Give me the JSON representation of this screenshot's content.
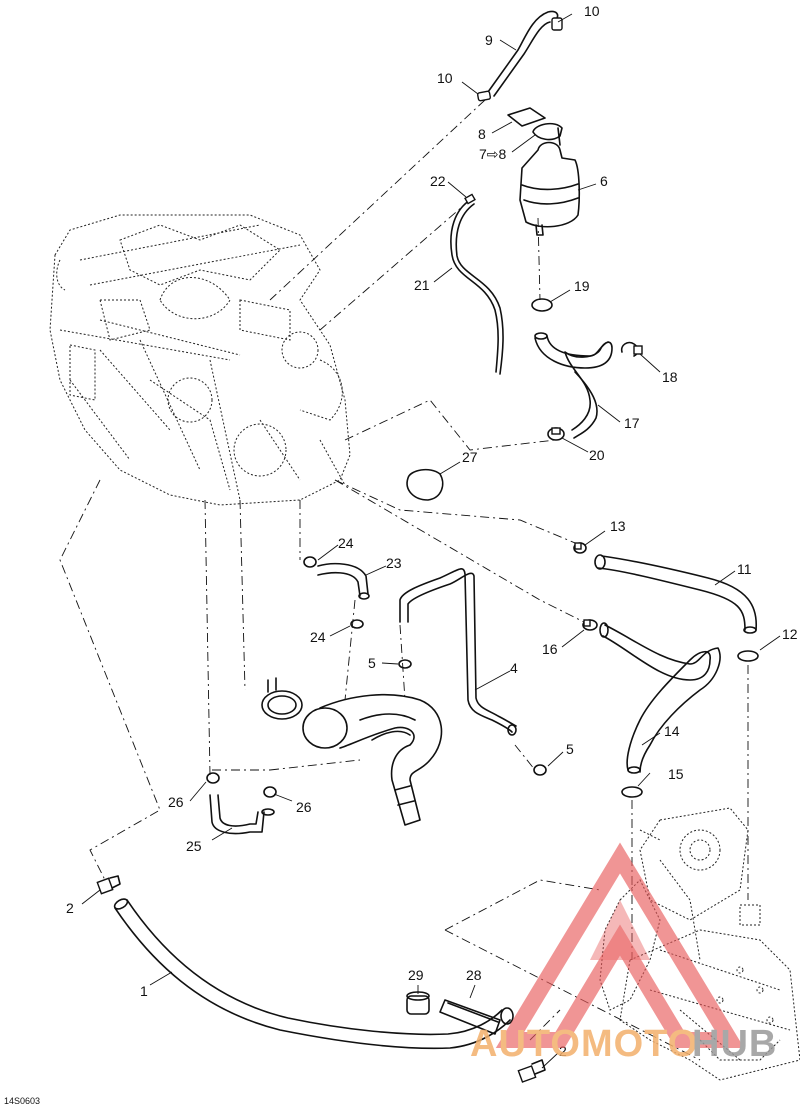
{
  "diagram_code": "14S0603",
  "watermark": {
    "part1": "AUTOMOTO",
    "part2": "HUB"
  },
  "callouts": {
    "c1": "1",
    "c2a": "2",
    "c2b": "2",
    "c4": "4",
    "c5a": "5",
    "c5b": "5",
    "c6": "6",
    "c7": "7⇨8",
    "c8": "8",
    "c9": "9",
    "c10a": "10",
    "c10b": "10",
    "c11": "11",
    "c12": "12",
    "c13": "13",
    "c14": "14",
    "c15": "15",
    "c16": "16",
    "c17": "17",
    "c18": "18",
    "c19": "19",
    "c20": "20",
    "c21": "21",
    "c22": "22",
    "c23": "23",
    "c24a": "24",
    "c24b": "24",
    "c25": "25",
    "c26a": "26",
    "c26b": "26",
    "c27": "27",
    "c28": "28",
    "c29": "29"
  },
  "colors": {
    "line": "#111111",
    "watermark_red": "#e85a5a",
    "watermark_orange": "#f3b06c",
    "watermark_gray": "#9a9a9a"
  }
}
